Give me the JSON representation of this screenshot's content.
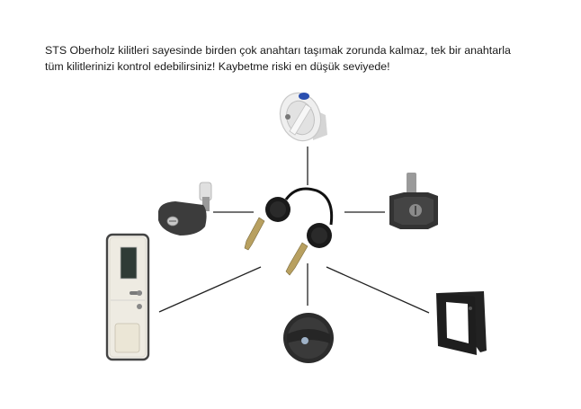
{
  "intro": {
    "line1": "STS Oberholz kilitleri sayesinde birden çok anahtarı taşımak zorunda kalmaz, tek bir anahtarla",
    "line2": "tüm kilitlerinizi kontrol edebilirsiniz! Kaybetme riski en düşük seviyede!"
  },
  "diagram": {
    "center": "key-pair",
    "products": [
      {
        "name": "water-filler-cap-lock",
        "position": "top"
      },
      {
        "name": "lever-handle-lock",
        "position": "left"
      },
      {
        "name": "square-push-lock",
        "position": "right"
      },
      {
        "name": "entrance-door",
        "position": "bottom-left"
      },
      {
        "name": "round-flush-lock",
        "position": "bottom"
      },
      {
        "name": "service-hatch-frame",
        "position": "bottom-right"
      }
    ],
    "colors": {
      "line": "#222222",
      "key_brass": "#b8a060",
      "lock_dark": "#3a3a3a",
      "cap_blue": "#2a4fb0"
    }
  }
}
